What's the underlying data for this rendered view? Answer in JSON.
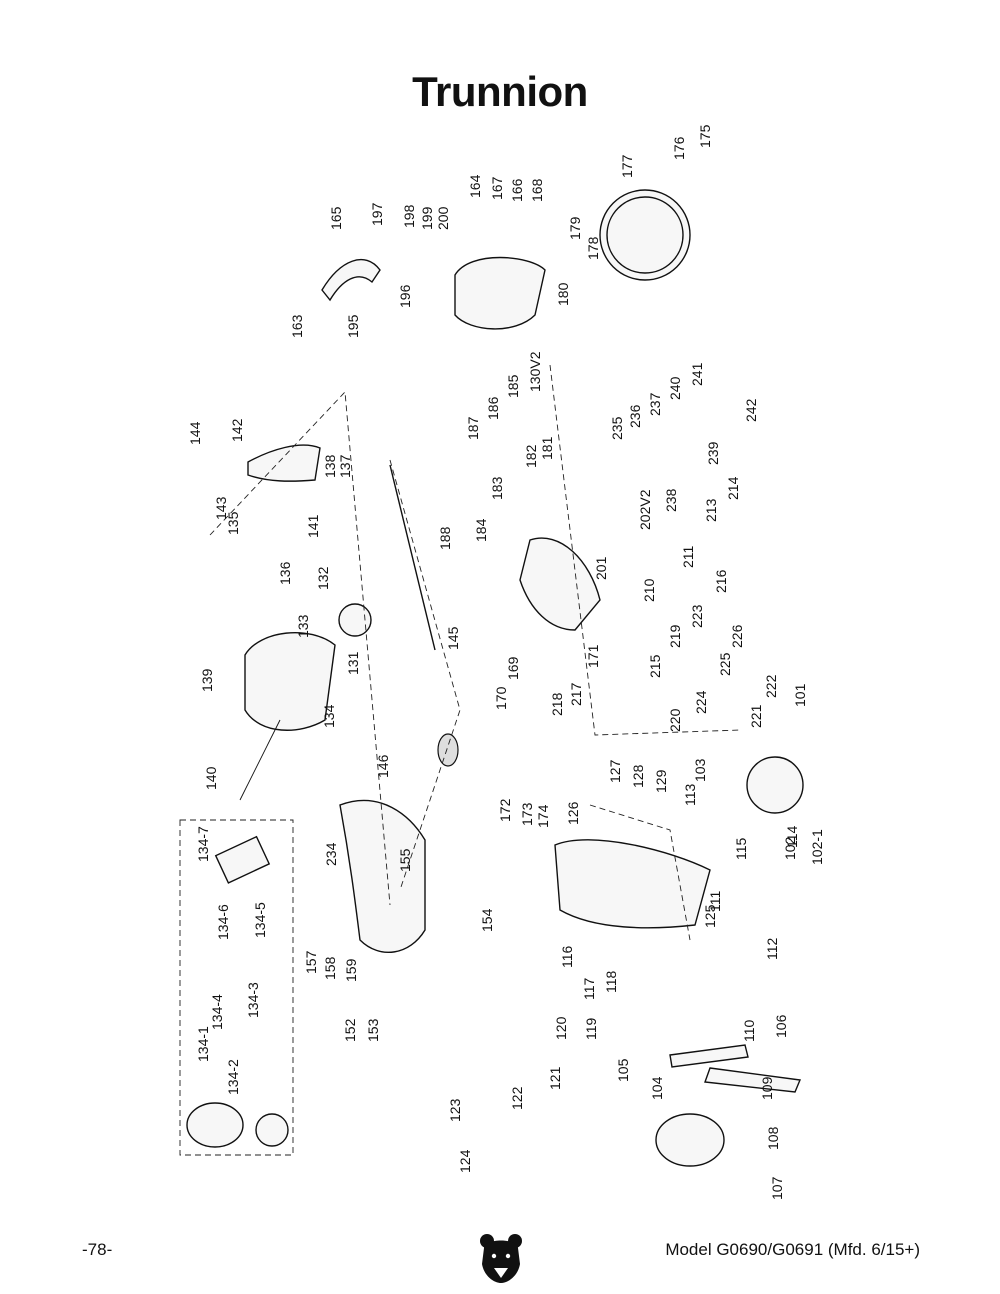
{
  "page": {
    "title": "Trunnion",
    "page_number": "-78-",
    "model": "Model G0690/G0691 (Mfd. 6/15+)"
  },
  "logo": {
    "icon": "bear-head-icon"
  },
  "colors": {
    "ink": "#111111",
    "paper": "#ffffff"
  },
  "parts": [
    "101",
    "102",
    "102-1",
    "103",
    "104",
    "105",
    "106",
    "107",
    "108",
    "109",
    "110",
    "111",
    "112",
    "113",
    "114",
    "115",
    "116",
    "117",
    "118",
    "119",
    "120",
    "121",
    "122",
    "123",
    "124",
    "125",
    "126",
    "127",
    "128",
    "129",
    "130V2",
    "131",
    "132",
    "133",
    "134",
    "134-1",
    "134-2",
    "134-3",
    "134-4",
    "134-5",
    "134-6",
    "134-7",
    "135",
    "136",
    "137",
    "138",
    "139",
    "140",
    "141",
    "142",
    "143",
    "144",
    "145",
    "146",
    "152",
    "153",
    "154",
    "155",
    "157",
    "158",
    "159",
    "163",
    "164",
    "165",
    "166",
    "167",
    "168",
    "169",
    "170",
    "171",
    "172",
    "173",
    "174",
    "175",
    "176",
    "177",
    "178",
    "179",
    "180",
    "181",
    "182",
    "183",
    "184",
    "185",
    "186",
    "187",
    "188",
    "195",
    "196",
    "197",
    "198",
    "199",
    "200",
    "201",
    "202V2",
    "210",
    "211",
    "213",
    "214",
    "215",
    "216",
    "217",
    "218",
    "219",
    "220",
    "221",
    "222",
    "223",
    "224",
    "225",
    "226",
    "234",
    "235",
    "236",
    "237",
    "238",
    "239",
    "240",
    "241",
    "242"
  ]
}
